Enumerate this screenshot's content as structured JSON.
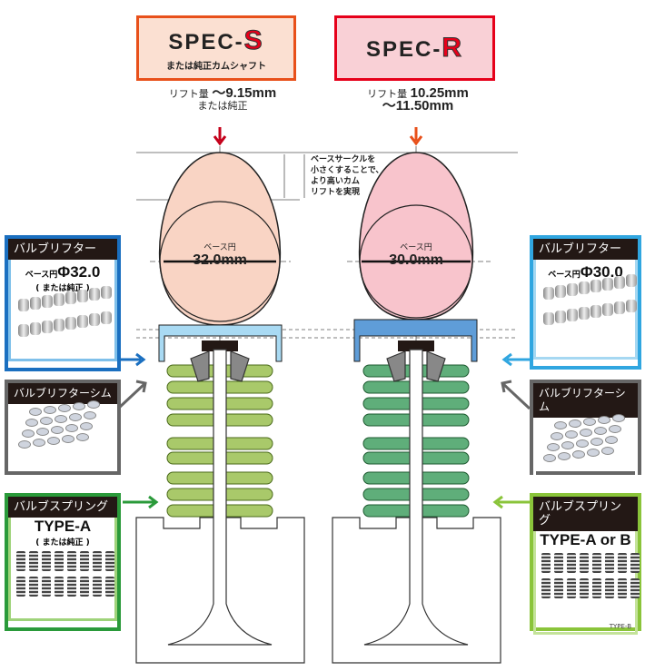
{
  "spec_s": {
    "logo_prefix": "SPEC-",
    "logo_letter": "S",
    "subtitle": "または純正カムシャフト",
    "lift_label": "リフト量",
    "lift_value": "～9.15mm",
    "lift_note": "または純正",
    "color": "#e8501a"
  },
  "spec_r": {
    "logo_prefix": "SPEC-",
    "logo_letter": "R",
    "lift_label": "リフト量",
    "lift_value": "10.25mm",
    "lift_value2": "～11.50mm",
    "color": "#e6001a"
  },
  "base_circle_note": [
    "ベースサークルを",
    "小さくすることで、",
    "より高いカム",
    "リフトを実現"
  ],
  "cam_s": {
    "label": "ベース円",
    "diameter": "32.0mm"
  },
  "cam_r": {
    "label": "ベース円",
    "diameter": "30.0mm"
  },
  "left": {
    "lifter": {
      "title": "バルブリフター",
      "spec_label": "ベース円",
      "spec_value": "Φ32.0",
      "note": "( または純正 )"
    },
    "shim": {
      "title": "バルブリフターシム"
    },
    "spring": {
      "title": "バルブスプリング",
      "type": "TYPE-A",
      "note": "( または純正 )"
    }
  },
  "right": {
    "lifter": {
      "title": "バルブリフター",
      "spec_label": "ベース円",
      "spec_value": "Φ30.0"
    },
    "shim": {
      "title": "バルブリフターシム"
    },
    "spring": {
      "title": "バルブスプリング",
      "type": "TYPE-A or B",
      "caption": "TYPE-B"
    }
  }
}
